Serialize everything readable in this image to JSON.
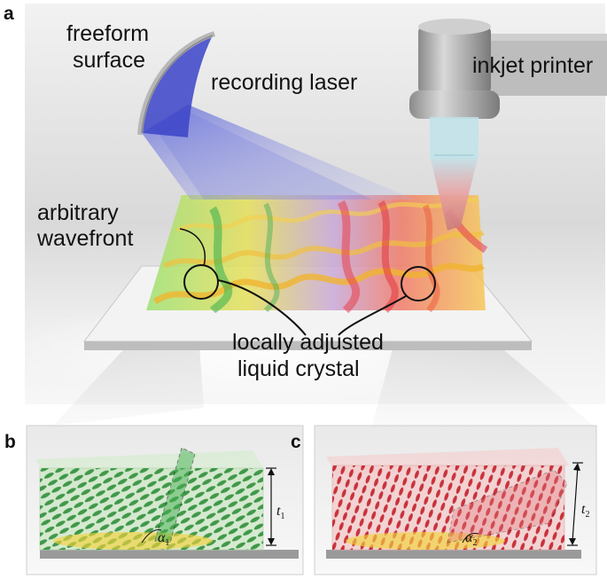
{
  "panels": {
    "a": {
      "letter": "a",
      "labels": {
        "freeform_surface": [
          "freeform",
          "surface"
        ],
        "recording_laser": "recording laser",
        "inkjet_printer": "inkjet printer",
        "arbitrary_wavefront": [
          "arbitrary",
          "wavefront"
        ],
        "locally_adjusted_lc": [
          "locally adjusted",
          "liquid crystal"
        ]
      }
    },
    "b": {
      "letter": "b",
      "thickness": "t",
      "thickness_sub": "1",
      "angle": "α",
      "angle_sub": "1"
    },
    "c": {
      "letter": "c",
      "thickness": "t",
      "thickness_sub": "2",
      "angle": "α",
      "angle_sub": "2"
    }
  },
  "colors": {
    "laser": "#6f74d8",
    "green_lc": "#2f8f3a",
    "red_lc": "#c3202a",
    "yellow": "#f2d23c",
    "orange": "#ef6a2a",
    "background": "#e6e6e6"
  },
  "icons": [
    "freeform-mirror-icon",
    "inkjet-nozzle-icon",
    "circle-marker-icon"
  ]
}
